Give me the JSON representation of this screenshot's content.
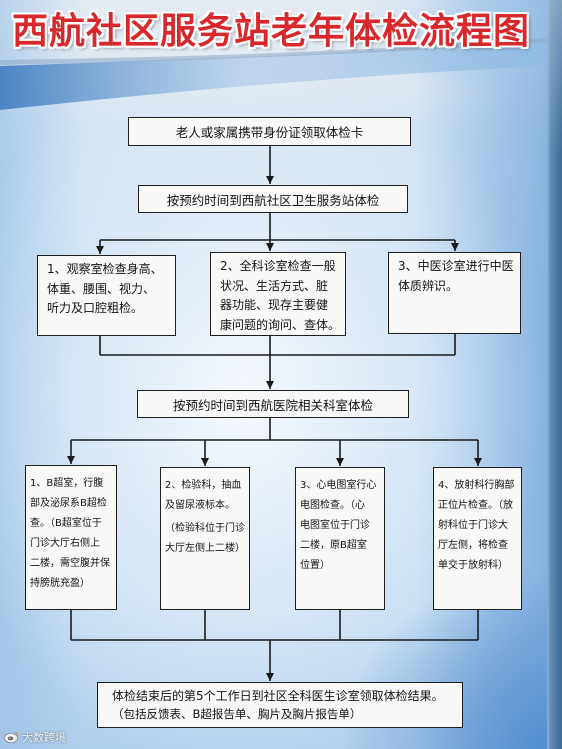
{
  "title": "西航社区服务站老年体检流程图",
  "flow": {
    "step1": "老人或家属携带身份证领取体检卡",
    "step2": "按预约时间到西航社区卫生服务站体检",
    "community_checks": [
      {
        "lines": [
          "1、观察室检查身高、",
          "体重、腰围、视力、",
          "听力及口腔粗检。"
        ]
      },
      {
        "lines": [
          "2、全科诊室检查一般",
          "状况、生活方式、脏",
          "器功能、现存主要健",
          "康问题的询问、查体。"
        ]
      },
      {
        "lines": [
          "3、中医诊室进行中医",
          "体质辨识。"
        ]
      }
    ],
    "step3": "按预约时间到西航医院相关科室体检",
    "hospital_checks": [
      {
        "lines": [
          "1、B超室，行腹",
          "部及泌尿系B超检",
          "查。（B超室位于",
          "门诊大厅右侧上",
          "二楼，需空腹并保",
          "持膀胱充盈）"
        ]
      },
      {
        "lines": [
          "2、检验科，抽血",
          "及留尿液标本。",
          "（检验科位于门诊",
          "大厅左侧上二楼）"
        ]
      },
      {
        "lines": [
          "3、心电图室行心",
          "电图检查。（心",
          "电图室位于门诊",
          "二楼，原B超室",
          "位置）"
        ]
      },
      {
        "lines": [
          "4、放射科行胸部",
          "正位片检查。（放",
          "射科位于门诊大",
          "厅左侧，将检查",
          "单交于放射科）"
        ]
      }
    ],
    "result": {
      "lines": [
        "体检结束后的第5个工作日到社区全科医生诊室领取体检结果。",
        "（包括反馈表、B超报告单、胸片及胸片报告单）"
      ]
    }
  },
  "watermark": {
    "text": "大数跨境",
    "icon": "weibo-icon"
  },
  "colors": {
    "title": "#d9282c",
    "box_border": "#1e1e1e",
    "box_fill": "#f8f8f6",
    "connector": "#1a1a1a",
    "accent_blue": "#3f7dc0"
  }
}
